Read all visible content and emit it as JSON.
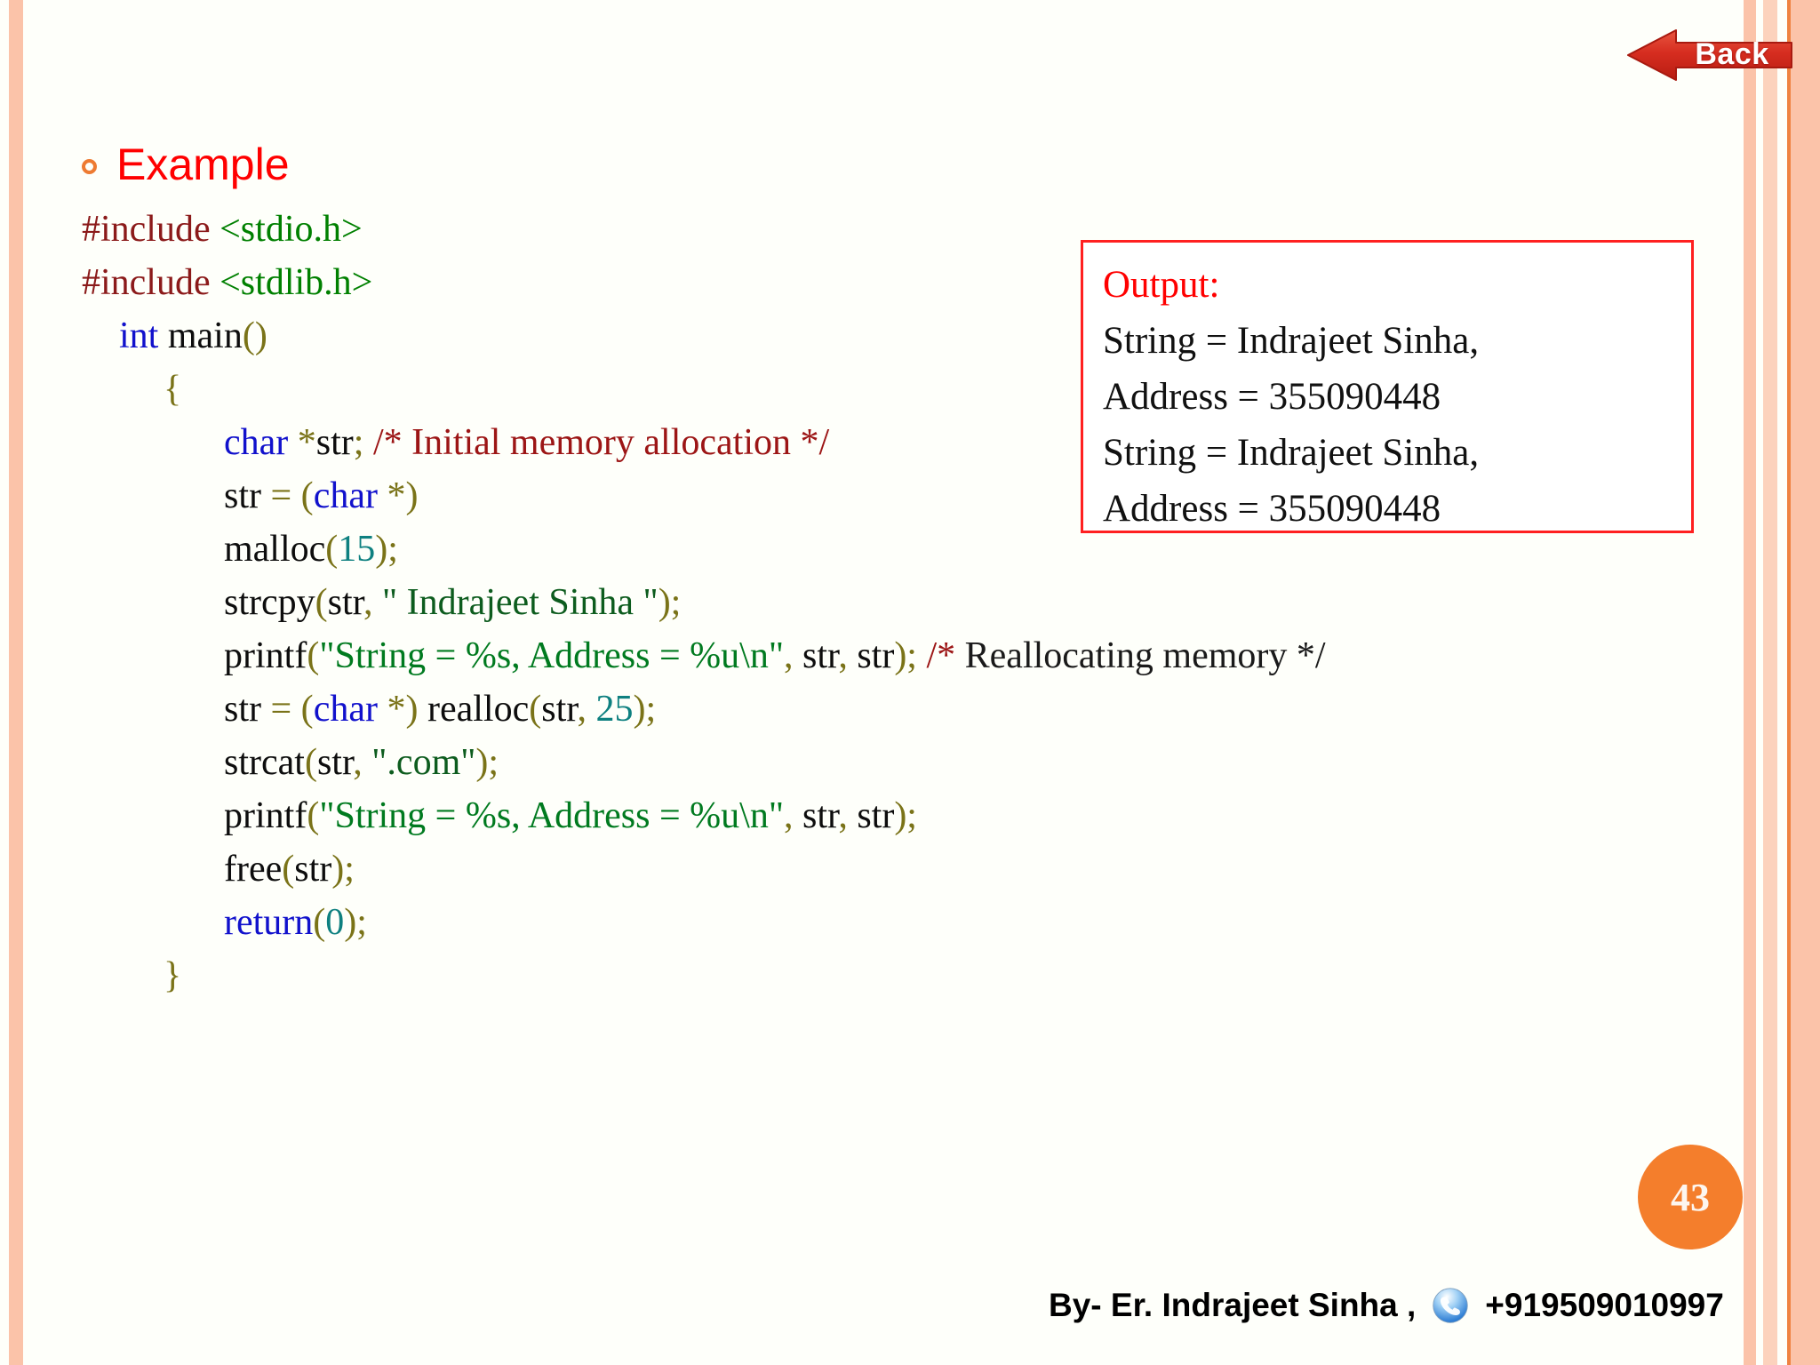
{
  "slide": {
    "page_number": "43",
    "back_button": {
      "label": "Back",
      "icon": "left-arrow-icon",
      "color": "#d62d20"
    },
    "heading": {
      "bullet": "circle-bullet-icon",
      "text": "Example",
      "color": "#ff0000"
    },
    "accent_colors": {
      "stripe_salmon": "#fbc3a9",
      "stripe_light": "#fcd2bd",
      "stripe_orange": "#ef8241",
      "badge_orange": "#f47e2c",
      "output_border": "#ff2020"
    }
  },
  "code": {
    "language": "c",
    "lines": [
      {
        "indent": 0,
        "tokens": [
          {
            "t": "#include ",
            "c": "t-pre"
          },
          {
            "t": "<stdio.h>",
            "c": "t-hdr"
          }
        ]
      },
      {
        "indent": 0,
        "tokens": [
          {
            "t": "#include ",
            "c": "t-pre"
          },
          {
            "t": "<stdlib.h>",
            "c": "t-hdr"
          }
        ]
      },
      {
        "indent": 1,
        "tokens": [
          {
            "t": "int ",
            "c": "t-kw"
          },
          {
            "t": "main",
            "c": "t-plain"
          },
          {
            "t": "()",
            "c": "t-punc"
          }
        ]
      },
      {
        "indent": 2,
        "tokens": [
          {
            "t": "{",
            "c": "t-punc"
          }
        ]
      },
      {
        "indent": 3,
        "tokens": [
          {
            "t": "char ",
            "c": "t-kw"
          },
          {
            "t": "*",
            "c": "t-punc"
          },
          {
            "t": "str",
            "c": "t-plain"
          },
          {
            "t": ";",
            "c": "t-punc"
          },
          {
            "t": " /* Initial memory allocation */",
            "c": "t-cmt"
          }
        ]
      },
      {
        "indent": 3,
        "tokens": [
          {
            "t": "str ",
            "c": "t-plain"
          },
          {
            "t": "= (",
            "c": "t-punc"
          },
          {
            "t": "char ",
            "c": "t-kw"
          },
          {
            "t": "*)",
            "c": "t-punc"
          }
        ]
      },
      {
        "indent": 3,
        "tokens": [
          {
            "t": "malloc",
            "c": "t-plain"
          },
          {
            "t": "(",
            "c": "t-punc"
          },
          {
            "t": "15",
            "c": "t-num"
          },
          {
            "t": ");",
            "c": "t-punc"
          }
        ]
      },
      {
        "indent": 3,
        "tokens": [
          {
            "t": "strcpy",
            "c": "t-plain"
          },
          {
            "t": "(",
            "c": "t-punc"
          },
          {
            "t": "str",
            "c": "t-plain"
          },
          {
            "t": ", ",
            "c": "t-punc"
          },
          {
            "t": "\" Indrajeet Sinha \"",
            "c": "t-strd"
          },
          {
            "t": ");",
            "c": "t-punc"
          }
        ]
      },
      {
        "indent": 3,
        "tokens": [
          {
            "t": "printf",
            "c": "t-plain"
          },
          {
            "t": "(",
            "c": "t-punc"
          },
          {
            "t": "\"String = %s, Address = %u\\n\"",
            "c": "t-str"
          },
          {
            "t": ", ",
            "c": "t-punc"
          },
          {
            "t": "str",
            "c": "t-plain"
          },
          {
            "t": ", ",
            "c": "t-punc"
          },
          {
            "t": "str",
            "c": "t-plain"
          },
          {
            "t": ");",
            "c": "t-punc"
          },
          {
            "t": " /*",
            "c": "t-cmt"
          },
          {
            "t": " Reallocating memory */",
            "c": "t-cmt-sm"
          }
        ]
      },
      {
        "indent": 3,
        "tokens": [
          {
            "t": "str ",
            "c": "t-plain"
          },
          {
            "t": "= (",
            "c": "t-punc"
          },
          {
            "t": "char ",
            "c": "t-kw"
          },
          {
            "t": "*)",
            "c": "t-punc"
          },
          {
            "t": " realloc",
            "c": "t-plain"
          },
          {
            "t": "(",
            "c": "t-punc"
          },
          {
            "t": "str",
            "c": "t-plain"
          },
          {
            "t": ", ",
            "c": "t-punc"
          },
          {
            "t": "25",
            "c": "t-num"
          },
          {
            "t": ");",
            "c": "t-punc"
          }
        ]
      },
      {
        "indent": 3,
        "tokens": [
          {
            "t": "strcat",
            "c": "t-plain"
          },
          {
            "t": "(",
            "c": "t-punc"
          },
          {
            "t": "str",
            "c": "t-plain"
          },
          {
            "t": ", ",
            "c": "t-punc"
          },
          {
            "t": "\".com\"",
            "c": "t-strd"
          },
          {
            "t": ");",
            "c": "t-punc"
          }
        ]
      },
      {
        "indent": 3,
        "tokens": [
          {
            "t": "printf",
            "c": "t-plain"
          },
          {
            "t": "(",
            "c": "t-punc"
          },
          {
            "t": "\"String = %s, Address = %u\\n\"",
            "c": "t-str"
          },
          {
            "t": ", ",
            "c": "t-punc"
          },
          {
            "t": "str",
            "c": "t-plain"
          },
          {
            "t": ", ",
            "c": "t-punc"
          },
          {
            "t": "str",
            "c": "t-plain"
          },
          {
            "t": ");",
            "c": "t-punc"
          }
        ]
      },
      {
        "indent": 3,
        "tokens": [
          {
            "t": "free",
            "c": "t-plain"
          },
          {
            "t": "(",
            "c": "t-punc"
          },
          {
            "t": "str",
            "c": "t-plain"
          },
          {
            "t": ");",
            "c": "t-punc"
          }
        ]
      },
      {
        "indent": 3,
        "tokens": [
          {
            "t": "return",
            "c": "t-ret"
          },
          {
            "t": "(",
            "c": "t-punc"
          },
          {
            "t": "0",
            "c": "t-num"
          },
          {
            "t": ");",
            "c": "t-punc"
          }
        ]
      },
      {
        "indent": 2,
        "tokens": [
          {
            "t": "}",
            "c": "t-punc"
          }
        ]
      }
    ]
  },
  "output_box": {
    "title": "Output:",
    "lines": [
      "String = Indrajeet Sinha,",
      "Address = 355090448",
      "String = Indrajeet Sinha,",
      "Address = 355090448"
    ]
  },
  "footer": {
    "author": "By- Er. Indrajeet Sinha ,",
    "phone_icon": "phone-icon",
    "phone": "+919509010997"
  }
}
